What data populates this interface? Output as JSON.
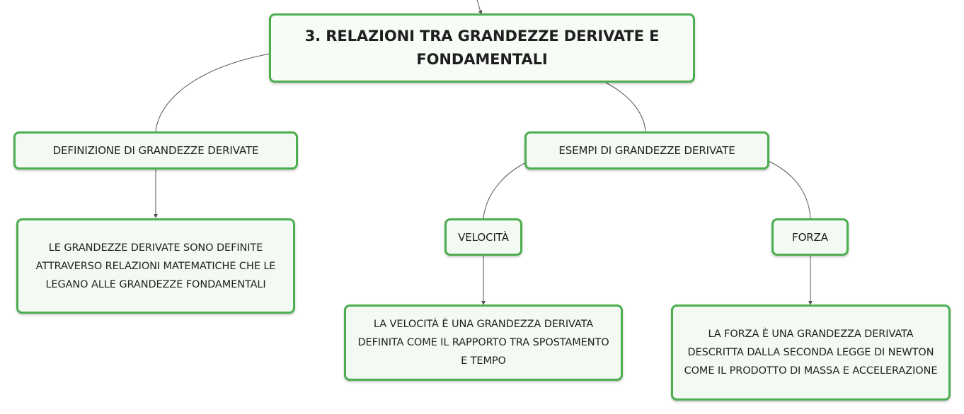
{
  "root": {
    "label": "3. RELAZIONI TRA GRANDEZZE DERIVATE E FONDAMENTALI"
  },
  "definition_branch": {
    "label": "DEFINIZIONE DI GRANDEZZE DERIVATE",
    "detail": "LE GRANDEZZE DERIVATE SONO DEFINITE ATTRAVERSO RELAZIONI MATEMATICHE CHE LE LEGANO ALLE GRANDEZZE FONDAMENTALI"
  },
  "examples_branch": {
    "label": "ESEMPI DI GRANDEZZE DERIVATE",
    "velocity": {
      "label": "VELOCITÀ",
      "detail": "LA VELOCITÀ È UNA GRANDEZZA DERIVATA DEFINITA COME IL RAPPORTO TRA SPOSTAMENTO E TEMPO"
    },
    "force": {
      "label": "FORZA",
      "detail": "LA FORZA È UNA GRANDEZZA DERIVATA DESCRITTA DALLA SECONDA LEGGE DI NEWTON COME IL PRODOTTO DI MASSA E ACCELERAZIONE"
    }
  },
  "colors": {
    "node_border": "#4cae4f",
    "node_fill": "#f3faf4",
    "connector": "#555555",
    "text": "#1f1f1f"
  }
}
